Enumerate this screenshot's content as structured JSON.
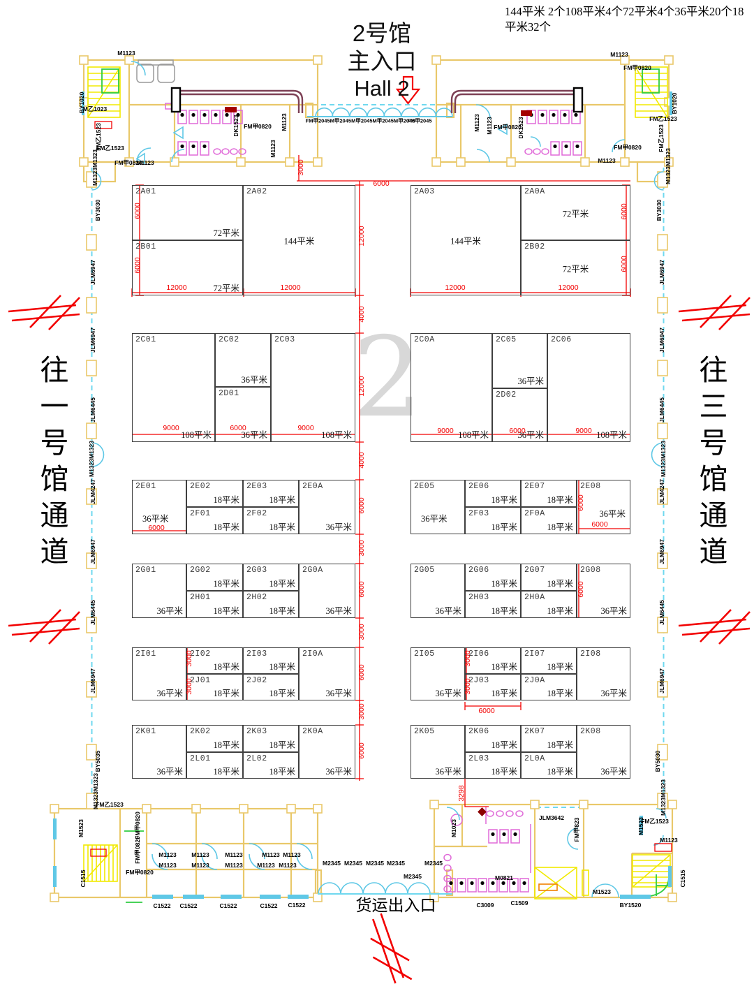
{
  "title": {
    "line1": "2号馆",
    "line2": "主入口",
    "line3": "Hall 2"
  },
  "legend": {
    "items": [
      "144平米 2个",
      "108平米4个",
      "72平米4个",
      "36平米20个",
      "18平米32个"
    ]
  },
  "watermark": "2",
  "corridor_left": "往一号馆通道",
  "corridor_right": "往三号馆通道",
  "cargo_entrance": "货运出入口",
  "colors": {
    "red": "#f20000",
    "wall": "#e9c86a",
    "door_blue": "#5fc8e6",
    "dashed_cyan": "#6fd8ef",
    "toilet_magenta": "#e06ad8",
    "stair_yellow": "#f2ea00",
    "green": "#2ecc40",
    "canopy_maroon": "#7d4055",
    "booth_line": "#3f3f3f",
    "dark_red": "#a40000",
    "watermark_gray": "#d8d8d8"
  },
  "booths": [
    [
      "2A01",
      "72平米",
      189,
      265,
      159,
      79,
      "br"
    ],
    [
      "2B01",
      "72平米",
      189,
      344,
      159,
      79,
      "br"
    ],
    [
      "2A02",
      "144平米",
      348,
      265,
      161,
      158,
      "c"
    ],
    [
      "2A03",
      "144平米",
      588,
      265,
      158,
      158,
      "c"
    ],
    [
      "2A0A",
      "72平米",
      746,
      265,
      157,
      79,
      "c"
    ],
    [
      "2B02",
      "72平米",
      746,
      344,
      157,
      79,
      "c"
    ],
    [
      "2C01",
      "108平米",
      189,
      477,
      119,
      156,
      "br"
    ],
    [
      "2C02",
      "36平米",
      308,
      477,
      80,
      77,
      "br"
    ],
    [
      "2D01",
      "36平米",
      308,
      554,
      80,
      79,
      "br"
    ],
    [
      "2C03",
      "108平米",
      388,
      477,
      121,
      156,
      "br"
    ],
    [
      "2C0A",
      "108平米",
      588,
      477,
      117,
      156,
      "br"
    ],
    [
      "2C05",
      "36平米",
      705,
      477,
      79,
      79,
      "br"
    ],
    [
      "2D02",
      "36平米",
      705,
      556,
      79,
      77,
      "br"
    ],
    [
      "2C06",
      "108平米",
      784,
      477,
      119,
      156,
      "br"
    ],
    [
      "2E01",
      "36平米",
      189,
      687,
      78,
      78,
      "bl"
    ],
    [
      "2E02",
      "18平米",
      267,
      687,
      81,
      39,
      "br"
    ],
    [
      "2F01",
      "18平米",
      267,
      726,
      81,
      39,
      "br"
    ],
    [
      "2E03",
      "18平米",
      348,
      687,
      80,
      39,
      "br"
    ],
    [
      "2F02",
      "18平米",
      348,
      726,
      80,
      39,
      "br"
    ],
    [
      "2E0A",
      "36平米",
      428,
      687,
      81,
      78,
      "br"
    ],
    [
      "2E05",
      "36平米",
      588,
      687,
      78,
      78,
      "bl"
    ],
    [
      "2E06",
      "18平米",
      666,
      687,
      80,
      39,
      "br"
    ],
    [
      "2F03",
      "18平米",
      666,
      726,
      80,
      39,
      "br"
    ],
    [
      "2E07",
      "18平米",
      746,
      687,
      80,
      39,
      "br"
    ],
    [
      "2F0A",
      "18平米",
      746,
      726,
      80,
      39,
      "br"
    ],
    [
      "2E08",
      "36平米",
      826,
      687,
      77,
      78,
      "mr"
    ],
    [
      "2G01",
      "36平米",
      189,
      807,
      78,
      78,
      "br"
    ],
    [
      "2G02",
      "18平米",
      267,
      807,
      81,
      39,
      "br"
    ],
    [
      "2H01",
      "18平米",
      267,
      846,
      81,
      39,
      "br"
    ],
    [
      "2G03",
      "18平米",
      348,
      807,
      80,
      39,
      "br"
    ],
    [
      "2H02",
      "18平米",
      348,
      846,
      80,
      39,
      "br"
    ],
    [
      "2G0A",
      "36平米",
      428,
      807,
      81,
      78,
      "br"
    ],
    [
      "2G05",
      "36平米",
      588,
      807,
      78,
      78,
      "br"
    ],
    [
      "2G06",
      "18平米",
      666,
      807,
      80,
      39,
      "br"
    ],
    [
      "2H03",
      "18平米",
      666,
      846,
      80,
      39,
      "br"
    ],
    [
      "2G07",
      "18平米",
      746,
      807,
      80,
      39,
      "br"
    ],
    [
      "2H0A",
      "18平米",
      746,
      846,
      80,
      39,
      "br"
    ],
    [
      "2G08",
      "36平米",
      826,
      807,
      77,
      78,
      "br"
    ],
    [
      "2I01",
      "36平米",
      189,
      927,
      78,
      76,
      "br"
    ],
    [
      "2I02",
      "18平米",
      267,
      927,
      81,
      38,
      "br"
    ],
    [
      "2J01",
      "18平米",
      267,
      965,
      81,
      38,
      "br"
    ],
    [
      "2I03",
      "18平米",
      348,
      927,
      80,
      38,
      "br"
    ],
    [
      "2J02",
      "18平米",
      348,
      965,
      80,
      38,
      "br"
    ],
    [
      "2I0A",
      "36平米",
      428,
      927,
      81,
      76,
      "br"
    ],
    [
      "2I05",
      "36平米",
      588,
      927,
      78,
      76,
      "br"
    ],
    [
      "2I06",
      "18平米",
      666,
      927,
      80,
      38,
      "br"
    ],
    [
      "2J03",
      "18平米",
      666,
      965,
      80,
      38,
      "br"
    ],
    [
      "2I07",
      "18平米",
      746,
      927,
      80,
      38,
      "br"
    ],
    [
      "2J0A",
      "18平米",
      746,
      965,
      80,
      38,
      "br"
    ],
    [
      "2I08",
      "36平米",
      826,
      927,
      77,
      76,
      "br"
    ],
    [
      "2K01",
      "36平米",
      189,
      1038,
      78,
      77,
      "br"
    ],
    [
      "2K02",
      "18平米",
      267,
      1038,
      81,
      39,
      "br"
    ],
    [
      "2L01",
      "18平米",
      267,
      1077,
      81,
      38,
      "br"
    ],
    [
      "2K03",
      "18平米",
      348,
      1038,
      80,
      39,
      "br"
    ],
    [
      "2L02",
      "18平米",
      348,
      1077,
      80,
      38,
      "br"
    ],
    [
      "2K0A",
      "36平米",
      428,
      1038,
      81,
      77,
      "br"
    ],
    [
      "2K05",
      "36平米",
      588,
      1038,
      78,
      77,
      "br"
    ],
    [
      "2K06",
      "18平米",
      666,
      1038,
      80,
      39,
      "br"
    ],
    [
      "2L03",
      "18平米",
      666,
      1077,
      80,
      38,
      "br"
    ],
    [
      "2K07",
      "18平米",
      746,
      1038,
      80,
      39,
      "br"
    ],
    [
      "2L0A",
      "18平米",
      746,
      1077,
      80,
      38,
      "br"
    ],
    [
      "2K08",
      "36平米",
      826,
      1038,
      77,
      77,
      "br"
    ]
  ],
  "dims": [
    [
      "6000",
      546,
      263,
      "h"
    ],
    [
      "3000",
      431,
      240,
      "v"
    ],
    [
      "12000",
      518,
      338,
      "v"
    ],
    [
      "4000",
      518,
      450,
      "v"
    ],
    [
      "12000",
      518,
      553,
      "v"
    ],
    [
      "4000",
      518,
      659,
      "v"
    ],
    [
      "6000",
      518,
      724,
      "v"
    ],
    [
      "3000",
      518,
      785,
      "v"
    ],
    [
      "6000",
      518,
      844,
      "v"
    ],
    [
      "3000",
      518,
      905,
      "v"
    ],
    [
      "6000",
      518,
      963,
      "v"
    ],
    [
      "3000",
      518,
      1019,
      "v"
    ],
    [
      "6000",
      518,
      1075,
      "v"
    ],
    [
      "6000",
      197,
      302,
      "v"
    ],
    [
      "6000",
      197,
      380,
      "v"
    ],
    [
      "12000",
      253,
      412,
      "h"
    ],
    [
      "12000",
      416,
      412,
      "h"
    ],
    [
      "6000",
      894,
      303,
      "v"
    ],
    [
      "6000",
      894,
      378,
      "v"
    ],
    [
      "12000",
      652,
      412,
      "h"
    ],
    [
      "12000",
      814,
      412,
      "h"
    ],
    [
      "9000",
      245,
      613,
      "h"
    ],
    [
      "6000",
      341,
      613,
      "h"
    ],
    [
      "9000",
      438,
      613,
      "h"
    ],
    [
      "9000",
      638,
      617,
      "h"
    ],
    [
      "6000",
      741,
      617,
      "h"
    ],
    [
      "9000",
      836,
      617,
      "h"
    ],
    [
      "6000",
      224,
      756,
      "h"
    ],
    [
      "6000",
      832,
      720,
      "v"
    ],
    [
      "6000",
      859,
      751,
      "h"
    ],
    [
      "6000",
      832,
      844,
      "v"
    ],
    [
      "3000",
      271,
      943,
      "v"
    ],
    [
      "3000",
      271,
      983,
      "v"
    ],
    [
      "3000",
      670,
      943,
      "v"
    ],
    [
      "3000",
      670,
      983,
      "v"
    ],
    [
      "6000",
      697,
      1018,
      "h"
    ],
    [
      "3298",
      661,
      1136,
      "v"
    ]
  ],
  "wall_labels": [
    [
      "M1123",
      181,
      76,
      "h"
    ],
    [
      "BY1020",
      117,
      147,
      "v"
    ],
    [
      "M乙1023",
      136,
      156,
      "h"
    ],
    [
      "FM乙1523",
      141,
      196,
      "v"
    ],
    [
      "FM乙1523",
      158,
      212,
      "h"
    ],
    [
      "M1323M1323",
      136,
      240,
      "v"
    ],
    [
      "FM甲0820",
      184,
      233,
      "h"
    ],
    [
      "M1123",
      208,
      233,
      "h"
    ],
    [
      "DK1523",
      338,
      180,
      "v"
    ],
    [
      "FM甲0820",
      369,
      181,
      "h"
    ],
    [
      "M1123",
      407,
      175,
      "v"
    ],
    [
      "M1123",
      391,
      213,
      "v"
    ],
    [
      "BY3030",
      140,
      301,
      "v"
    ],
    [
      "JLM6947",
      133,
      390,
      "v"
    ],
    [
      "JLM6947",
      133,
      487,
      "v"
    ],
    [
      "JLM6445",
      133,
      587,
      "v"
    ],
    [
      "M1323M1323",
      131,
      657,
      "v"
    ],
    [
      "JLM4247",
      133,
      704,
      "v"
    ],
    [
      "JLM6947",
      133,
      790,
      "v"
    ],
    [
      "JLM6445",
      133,
      877,
      "v"
    ],
    [
      "JLM6947",
      133,
      975,
      "v"
    ],
    [
      "BY5035",
      140,
      1090,
      "v"
    ],
    [
      "M1323M1323",
      137,
      1133,
      "v"
    ],
    [
      "FM乙1523",
      157,
      1152,
      "h"
    ],
    [
      "M1523",
      116,
      1186,
      "v"
    ],
    [
      "C1515",
      119,
      1258,
      "v"
    ],
    [
      "FM甲0820",
      197,
      1182,
      "v"
    ],
    [
      "FM甲0820",
      197,
      1217,
      "v"
    ],
    [
      "FM甲0820",
      200,
      1249,
      "h"
    ],
    [
      "M1123",
      240,
      1224,
      "h"
    ],
    [
      "M1123",
      240,
      1239,
      "h"
    ],
    [
      "M1123",
      287,
      1224,
      "h"
    ],
    [
      "M1123",
      287,
      1239,
      "h"
    ],
    [
      "M1123",
      335,
      1224,
      "h"
    ],
    [
      "M1123",
      335,
      1239,
      "h"
    ],
    [
      "M1123",
      388,
      1224,
      "h"
    ],
    [
      "M1123",
      381,
      1239,
      "h"
    ],
    [
      "M1123",
      418,
      1224,
      "h"
    ],
    [
      "M1123",
      412,
      1239,
      "h"
    ],
    [
      "C1522",
      232,
      1297,
      "h"
    ],
    [
      "C1522",
      270,
      1297,
      "h"
    ],
    [
      "C1522",
      327,
      1297,
      "h"
    ],
    [
      "C1522",
      385,
      1297,
      "h"
    ],
    [
      "C1522",
      425,
      1296,
      "h"
    ],
    [
      "M2345",
      475,
      1236,
      "h"
    ],
    [
      "M2345",
      506,
      1236,
      "h"
    ],
    [
      "M2345",
      537,
      1236,
      "h"
    ],
    [
      "M2345",
      567,
      1236,
      "h"
    ],
    [
      "M2345",
      621,
      1236,
      "h"
    ],
    [
      "M2345",
      591,
      1255,
      "h"
    ],
    [
      "M1023",
      650,
      1186,
      "v"
    ],
    [
      "JLM3642",
      790,
      1171,
      "h"
    ],
    [
      "FM甲823",
      826,
      1188,
      "v"
    ],
    [
      "M0821",
      722,
      1257,
      "h"
    ],
    [
      "C3009",
      695,
      1296,
      "h"
    ],
    [
      "C1509",
      744,
      1293,
      "h"
    ],
    [
      "M1523",
      862,
      1277,
      "h"
    ],
    [
      "BY1520",
      903,
      1296,
      "h"
    ],
    [
      "M1523",
      918,
      1183,
      "v"
    ],
    [
      "FM乙1523",
      938,
      1176,
      "h"
    ],
    [
      "M1123",
      958,
      1203,
      "h"
    ],
    [
      "M1323M1323",
      950,
      1142,
      "v"
    ],
    [
      "C1515",
      978,
      1258,
      "v"
    ],
    [
      "M1123",
      887,
      78,
      "h"
    ],
    [
      "FM甲0820",
      913,
      97,
      "h"
    ],
    [
      "BY1020",
      966,
      148,
      "v"
    ],
    [
      "FM乙1523",
      950,
      170,
      "h"
    ],
    [
      "FM乙1523",
      947,
      198,
      "v"
    ],
    [
      "M1323M1323",
      957,
      238,
      "v"
    ],
    [
      "M1123",
      869,
      230,
      "h"
    ],
    [
      "FM甲0820",
      899,
      211,
      "h"
    ],
    [
      "M1123",
      683,
      176,
      "v"
    ],
    [
      "M1123",
      701,
      180,
      "v"
    ],
    [
      "FM甲0820",
      727,
      182,
      "h"
    ],
    [
      "DK1523",
      746,
      183,
      "v"
    ],
    [
      "BY3030",
      944,
      301,
      "v"
    ],
    [
      "JLM6947",
      948,
      390,
      "v"
    ],
    [
      "JLM6947",
      948,
      487,
      "v"
    ],
    [
      "JLM6445",
      948,
      587,
      "v"
    ],
    [
      "M1323M1323",
      950,
      657,
      "v"
    ],
    [
      "JLM4247",
      948,
      704,
      "v"
    ],
    [
      "JLM6947",
      948,
      790,
      "v"
    ],
    [
      "JLM6445",
      948,
      877,
      "v"
    ],
    [
      "JLM6947",
      948,
      975,
      "v"
    ],
    [
      "BY5030",
      942,
      1090,
      "v"
    ],
    [
      "FM甲2045M甲2045M甲2045M甲2045M甲2045",
      516,
      173,
      "h",
      7.5
    ],
    [
      "FM甲2045",
      601,
      173,
      "h",
      7.5
    ]
  ]
}
